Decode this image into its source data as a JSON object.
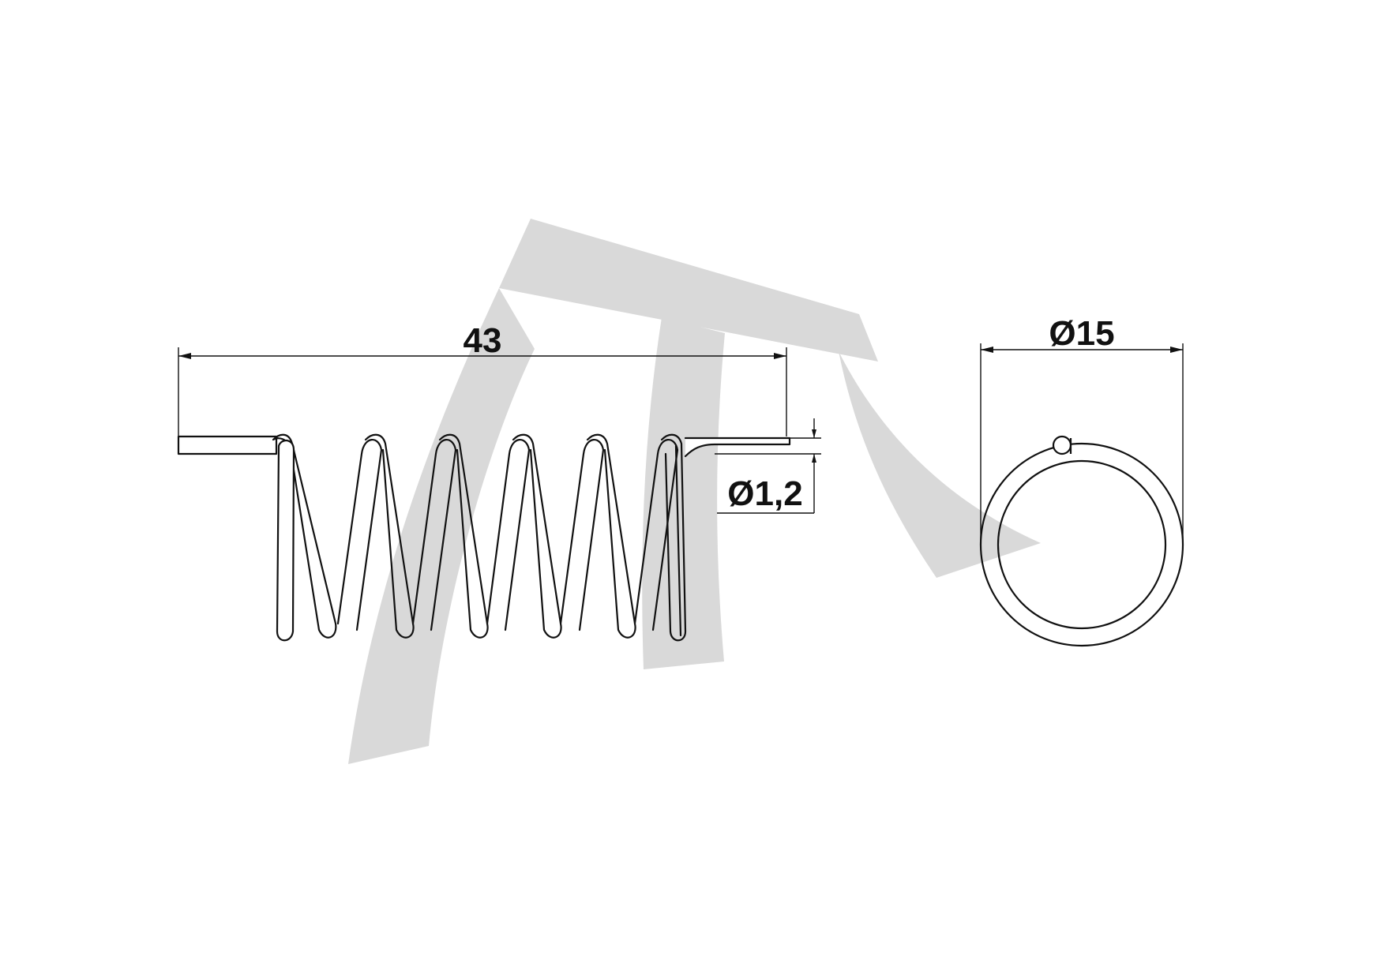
{
  "colors": {
    "line": "#111111",
    "watermark": "#d9d9d9",
    "background": "#ffffff"
  },
  "dimensions": {
    "length": "43",
    "wire_diameter": "Ø1,2",
    "outer_diameter": "Ø15"
  }
}
